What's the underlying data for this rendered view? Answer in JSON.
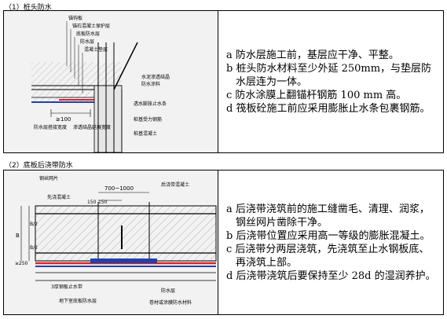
{
  "sections": [
    {
      "title": "（1）桩头防水",
      "diagram_labels": [
        "锚钩板",
        "锚石混凝土保护层",
        "底板防水层",
        "防水层",
        "混凝土垫层",
        "水泥渗透结晶",
        "防水涂料",
        "透水膨胀止水条",
        "桩基受力钢筋",
        "桩基混凝土",
        "防水层搭接宽度",
        "渗透结晶延展宽度",
        "≥",
        "100"
      ],
      "notes": [
        "a 防水层施工前，基层应干净、平整。",
        "b 桩头防水材料至少外延 250mm，与垫层防水层连为一体。",
        "c 防水涂膜上翻锚杆钢筋 100 mm 高。",
        "d 筏板砼施工前应采用膨胀止水条包裹钢筋。"
      ]
    },
    {
      "title": "（2）底板后浇带防水",
      "diagram_labels": [
        "钢丝网片",
        "先浇混凝土",
        "后浇带混凝土",
        "700~1000",
        "150",
        "150",
        "B",
        "B/2",
        "B/2",
        "≥250",
        "3厚钢板止水带",
        "地下室底板防水层",
        "防水层",
        "卷材或涂膜防水材料"
      ],
      "notes": [
        "a 后浇带浇筑前的施工缝凿毛、清理、润浆，钢丝网片凿除干净。",
        "b 后浇带位置应采用高一等级的膨胀混凝土。",
        "c 后浇带分两层浇筑，先浇筑至止水钢板底、再浇筑上部。",
        "d 后浇带浇筑后要保持至少 28d 的湿润养护。"
      ]
    }
  ],
  "colors": {
    "waterproof_red": "#d9252a",
    "waterproof_blue": "#2540a8",
    "panel_bg": "#f2f2f2"
  }
}
